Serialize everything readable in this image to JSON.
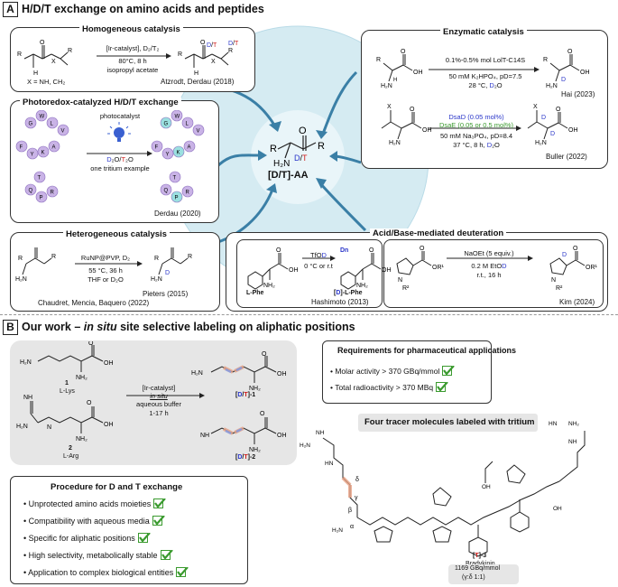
{
  "panel_a": {
    "letter": "A",
    "title": "H/D/T exchange on amino acids and peptides",
    "center_label": "[D/T]-AA",
    "homogeneous": {
      "title": "Homogeneous catalysis",
      "catalyst": "[Ir-catalyst], D₂/T₂",
      "conditions1": "80°C, 8 h",
      "conditions2": "isopropyl acetate",
      "x_def": "X = NH, CH₂",
      "ref": "Atzrodt, Derdau (2018)"
    },
    "photoredox": {
      "title": "Photoredox-catalyzed H/D/T exchange",
      "catalyst": "photocatalyst",
      "solvent": "D₂O/T₂O",
      "note": "one tritium example",
      "ref": "Derdau (2020)",
      "beads_left": [
        "G",
        "W",
        "L",
        "V",
        "F",
        "Y",
        "K",
        "A",
        "T",
        "Q",
        "P",
        "R"
      ],
      "beads_right": [
        "G",
        "W",
        "L",
        "V",
        "F",
        "Y",
        "K",
        "A",
        "T",
        "Q",
        "P",
        "R"
      ]
    },
    "heterogeneous": {
      "title": "Heterogeneous catalysis",
      "catalyst": "RuNP@PVP, D₂",
      "conditions1": "55 °C, 36 h",
      "conditions2": "THF or D₂O",
      "ref1": "Pieters (2015)",
      "ref2": "Chaudret, Mencia, Baquero (2022)"
    },
    "enzymatic": {
      "title": "Enzymatic catalysis",
      "r1_cond1": "0.1%-0.5% mol LolT-C14S",
      "r1_cond2": "50 mM K₂HPO₄, pD=7.5",
      "r1_cond3": "28 °C, D₂O",
      "r1_ref": "Hai (2023)",
      "r2_enz1": "DsaD (0.05 mol%)",
      "r2_enz2": "DsaE (0.05 or 0.5 mol%)",
      "r2_cond1": "50 mM Na₃PO₄, pD=8.4",
      "r2_cond2": "37 °C, 8 h, D₂O",
      "r2_ref": "Buller (2022)"
    },
    "acidbase": {
      "title": "Acid/Base-mediated deuteration",
      "r1_reagent": "TfOD",
      "r1_cond": "0 °C or r.t",
      "r1_sm": "L-Phe",
      "r1_pdt": "[D]-L-Phe",
      "r1_dn": "Dn",
      "r1_ref": "Hashimoto (2013)",
      "r2_reagent": "NaOEt (5 equiv.)",
      "r2_cond1": "0.2 M EtOD",
      "r2_cond2": "r.t., 16 h",
      "r2_ref": "Kim (2024)"
    }
  },
  "panel_b": {
    "letter": "B",
    "title": "Our work – in situ site selective labeling on aliphatic positions",
    "reaction": {
      "catalyst": "[Ir-catalyst]",
      "in_situ": "in situ",
      "conditions1": "aqueous buffer",
      "conditions2": "1-17 h",
      "sm1_num": "1",
      "sm1_name": "L-Lys",
      "sm2_num": "2",
      "sm2_name": "L-Arg",
      "pdt1": "[D/T]-1",
      "pdt2": "[D/T]-2"
    },
    "requirements": {
      "title": "Requirements for pharmaceutical applications",
      "items": [
        "Molar activity > 370 GBq/mmol",
        "Total radioactivity > 370 MBq"
      ]
    },
    "procedure": {
      "title": "Procedure for D and T exchange",
      "items": [
        "Unprotected amino acids moieties",
        "Compatibility with aqueous media",
        "Specific for aliphatic positions",
        "High selectivity, metabolically stable",
        "Application to complex biological entities"
      ]
    },
    "tracer": {
      "title": "Four tracer molecules labeled with tritium",
      "compound": "[T]-3",
      "name": "Bradykinin",
      "activity": "1169 GBq/mmol",
      "ratio": "(γ:δ 1:1)"
    }
  },
  "colors": {
    "deuterium": "#2a36c9",
    "tritium": "#d0201d",
    "check": "#3a9a2e",
    "circle": "#cde7f0",
    "arrow": "#3a7fa6",
    "bead": "#c9b3e6",
    "bead_label": "#9be0e0"
  }
}
